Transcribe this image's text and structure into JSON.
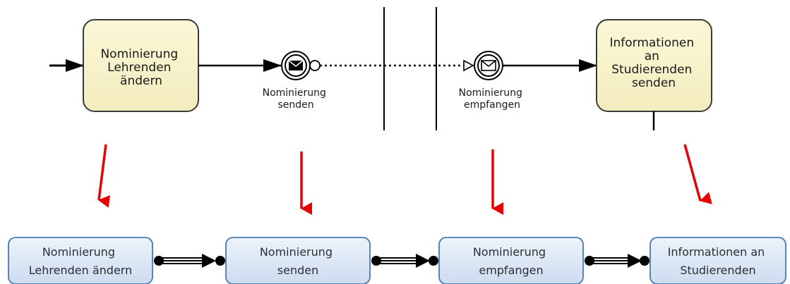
{
  "colors": {
    "task_fill": "#f9f5cd",
    "task_stroke": "#3a3a3a",
    "bottom_box_fill": "#dce8f7",
    "bottom_box_stroke": "#4a78b5",
    "arrow_red": "#e60000",
    "line": "#000000"
  },
  "top_row": {
    "task_1": {
      "lines": [
        "Nominierung",
        "Lehrenden",
        "ändern"
      ]
    },
    "event_send": {
      "icon": "envelope-filled-icon",
      "lines": [
        "Nominierung",
        "senden"
      ]
    },
    "event_receive": {
      "icon": "envelope-outline-icon",
      "lines": [
        "Nominierung",
        "empfangen"
      ]
    },
    "task_2": {
      "lines": [
        "Informationen",
        "an",
        "Studierenden",
        "senden"
      ]
    }
  },
  "bottom_row": {
    "boxes": [
      {
        "lines": [
          "Nominierung",
          "Lehrenden ändern"
        ]
      },
      {
        "lines": [
          "Nominierung",
          "senden"
        ]
      },
      {
        "lines": [
          "Nominierung",
          "empfangen"
        ]
      },
      {
        "lines": [
          "Informationen an",
          "Studierenden"
        ]
      }
    ]
  }
}
